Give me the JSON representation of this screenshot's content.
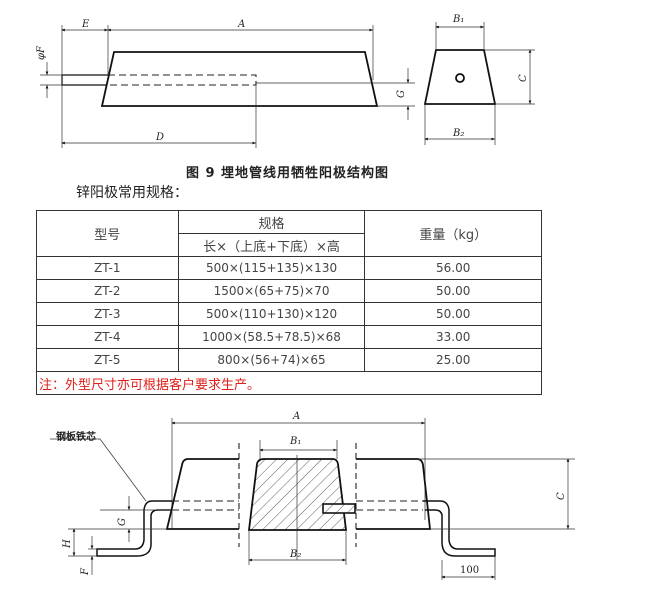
{
  "figure_top": {
    "labels": {
      "E": "E",
      "A": "A",
      "F": "φF",
      "G": "G",
      "D": "D",
      "B1": "B₁",
      "B2": "B₂",
      "C": "C"
    },
    "caption": "图 9   埋地管线用牺牲阳极结构图"
  },
  "spec_title": "锌阳极常用规格：",
  "table": {
    "headers": {
      "model": "型号",
      "spec": "规格",
      "spec_sub": "长×（上底+下底）×高",
      "weight": "重量（kg）"
    },
    "rows": [
      {
        "model": "ZT-1",
        "spec": "500×(115+135)×130",
        "weight": "56.00"
      },
      {
        "model": "ZT-2",
        "spec": "1500×(65+75)×70",
        "weight": "50.00"
      },
      {
        "model": "ZT-3",
        "spec": "500×(110+130)×120",
        "weight": "50.00"
      },
      {
        "model": "ZT-4",
        "spec": "1000×(58.5+78.5)×68",
        "weight": "33.00"
      },
      {
        "model": "ZT-5",
        "spec": "800×(56+74)×65",
        "weight": "25.00"
      }
    ],
    "note": "注：外型尺寸亦可根据客户要求生产。",
    "note_color": "#e0201a"
  },
  "figure_bottom": {
    "core_label": "钢板铁芯",
    "labels": {
      "A": "A",
      "B1": "B₁",
      "B2": "B₂",
      "C": "C",
      "G": "G",
      "H": "H",
      "F": "F",
      "len": "100"
    }
  }
}
